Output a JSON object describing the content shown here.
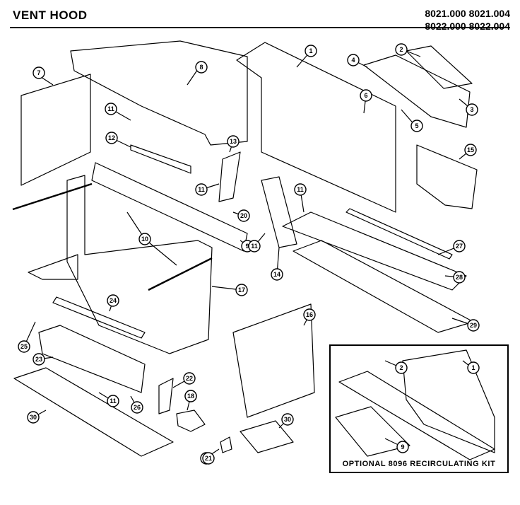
{
  "header": {
    "title": "VENT HOOD",
    "models": [
      "8021.000 8021.004",
      "8022.000 8022.004"
    ]
  },
  "kit": {
    "label": "OPTIONAL 8096 RECIRCULATING KIT"
  },
  "callouts": [
    "1",
    "2",
    "3",
    "4",
    "5",
    "6",
    "7",
    "8",
    "9",
    "10",
    "11",
    "12",
    "13",
    "14",
    "15",
    "16",
    "17",
    "18",
    "19",
    "20",
    "21",
    "22",
    "23",
    "24",
    "25",
    "26",
    "27",
    "28",
    "29",
    "30"
  ]
}
